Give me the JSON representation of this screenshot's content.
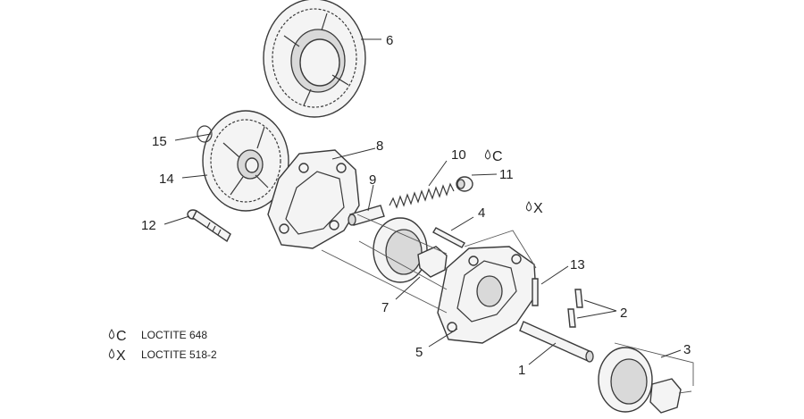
{
  "callouts": {
    "c1": "1",
    "c2": "2",
    "c3": "3",
    "c4": "4",
    "c5": "5",
    "c6": "6",
    "c7": "7",
    "c8": "8",
    "c9": "9",
    "c10": "10",
    "c11": "11",
    "c12": "12",
    "c13": "13",
    "c14": "14",
    "c15": "15"
  },
  "markers": {
    "c_mark": "C",
    "x_mark": "X"
  },
  "legend": {
    "items": [
      {
        "symbol": "C",
        "text": "LOCTITE 648"
      },
      {
        "symbol": "X",
        "text": "LOCTITE 518-2"
      }
    ]
  },
  "icons": {
    "drop": "liquid-drop-icon"
  },
  "colors": {
    "line": "#3a3a3a",
    "fill": "#f4f4f4",
    "background": "#ffffff"
  }
}
